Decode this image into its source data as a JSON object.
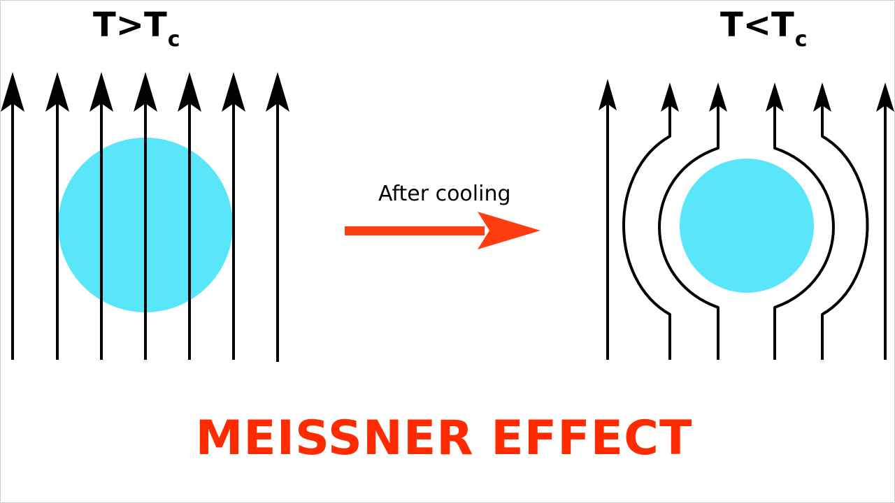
{
  "labels": {
    "left_state": {
      "main": "T>T",
      "sub": "c"
    },
    "right_state": {
      "main": "T<T",
      "sub": "c"
    },
    "transition": "After cooling",
    "title": "MEISSNER EFFECT"
  },
  "colors": {
    "superconductor": "#59e6fa",
    "field_line": "#000000",
    "transition_arrow": "#ff3d0f",
    "title": "#ff2a00",
    "background": "#ffffff"
  },
  "diagram": {
    "left_panel": {
      "field_lines": 7,
      "field_penetrates": true
    },
    "right_panel": {
      "field_lines": 6,
      "field_penetrates": false
    }
  }
}
